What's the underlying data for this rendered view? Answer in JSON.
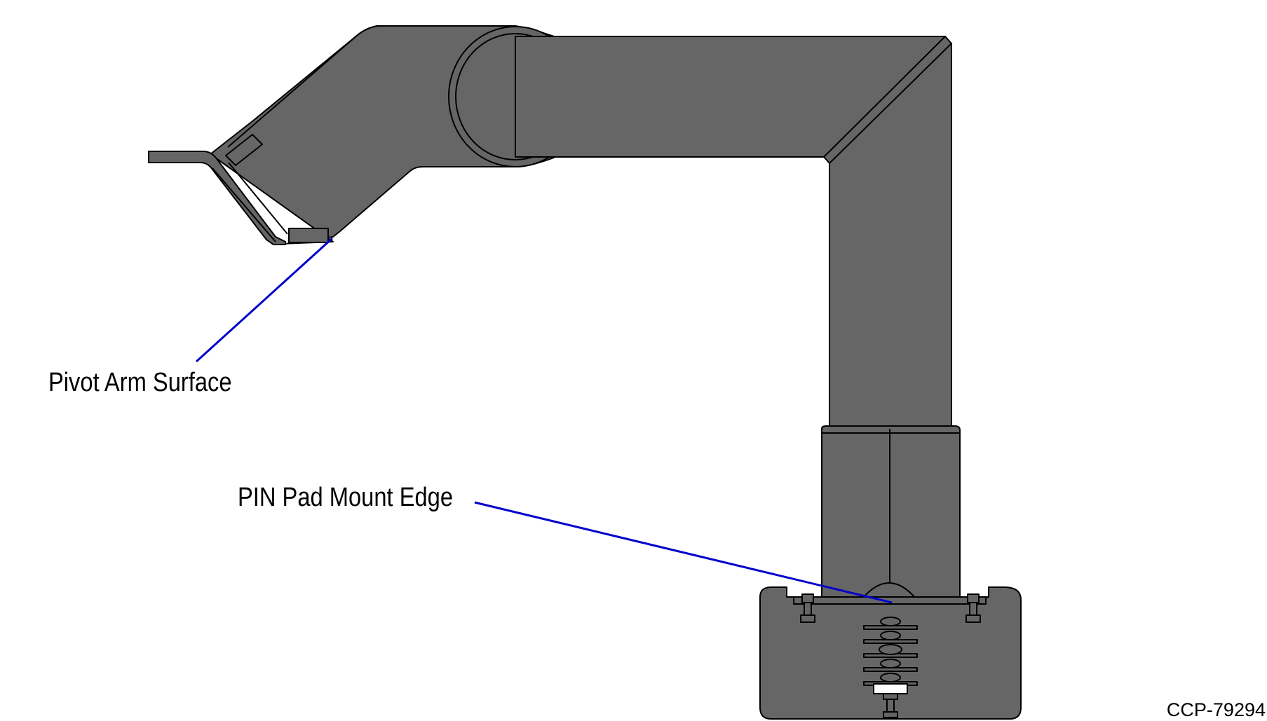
{
  "diagram": {
    "subject": "PIN pad mount pivot arm",
    "callouts": [
      {
        "id": "pivot-arm-surface",
        "label": "Pivot Arm Surface"
      },
      {
        "id": "pin-pad-mount-edge",
        "label": "PIN Pad Mount Edge"
      }
    ],
    "figure_id": "CCP-79294"
  },
  "colors": {
    "part_fill": "#666666",
    "part_outline": "#000000",
    "leader_line": "#0000cc",
    "background": "#ffffff"
  }
}
